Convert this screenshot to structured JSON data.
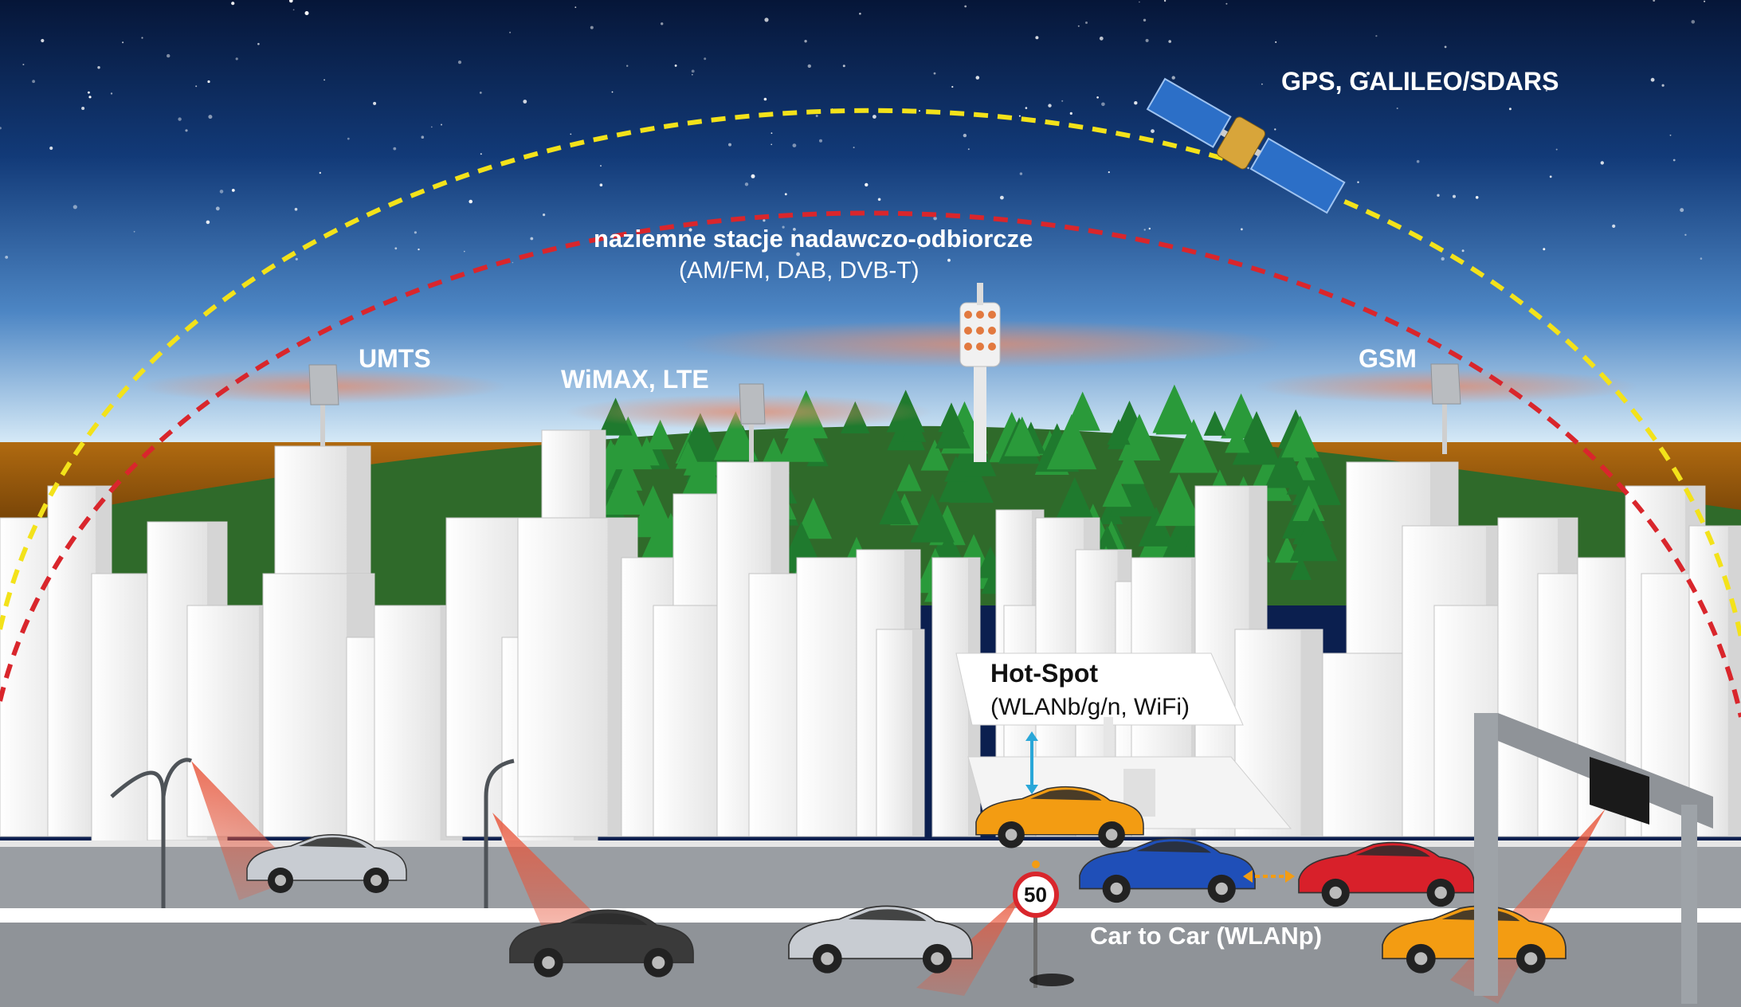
{
  "labels": {
    "gps": "GPS, GALILEO/SDARS",
    "terrestrial_title": "naziemne stacje nadawczo-odbiorcze",
    "terrestrial_sub": "(AM/FM, DAB, DVB-T)",
    "umts": "UMTS",
    "wimax": "WiMAX, LTE",
    "gsm": "GSM",
    "hotspot_title": "Hot-Spot",
    "hotspot_sub": "(WLANb/g/n, WiFi)",
    "car2car": "Car to Car (WLANp)",
    "speed_sign": "50"
  },
  "colors": {
    "sky_top": "#061638",
    "sky_mid": "#1f5a9c",
    "sky_horizon": "#cfe4f4",
    "satellite_arc": "#f3e21a",
    "terrestrial_arc": "#d9262c",
    "radar_cone": "#e8553a",
    "car_orange": "#f39c12",
    "car_blue": "#1f4fb8",
    "car_red": "#d8202a",
    "car_silver": "#c8ccd2",
    "car_black": "#3a3a3a",
    "wifi_arrow": "#2aa7d8",
    "c2c_arrow": "#f39c12",
    "forest": "#1f7a2e",
    "building": "#f2f2f2",
    "road": "#9a9ea3"
  },
  "icons": [
    "satellite-icon",
    "broadcast-tower-icon",
    "cell-antenna-icon",
    "street-lamp-icon",
    "speed-limit-sign-icon",
    "car-icon"
  ]
}
